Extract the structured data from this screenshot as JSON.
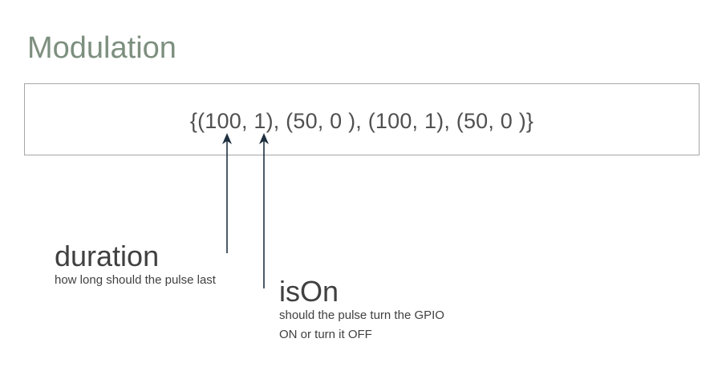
{
  "slide": {
    "title": "Modulation",
    "expression": "{(100, 1), (50, 0 ), (100, 1), (50, 0 )}"
  },
  "annotations": {
    "duration": {
      "title": "duration",
      "description": "how long should the pulse last"
    },
    "ison": {
      "title": "isOn",
      "description_line1": "should the pulse turn the GPIO",
      "description_line2": "ON or turn it OFF"
    }
  },
  "colors": {
    "title": "#7d8f7f",
    "arrow": "#1f3140",
    "box_border": "#a6a6a6",
    "text": "#404040"
  }
}
